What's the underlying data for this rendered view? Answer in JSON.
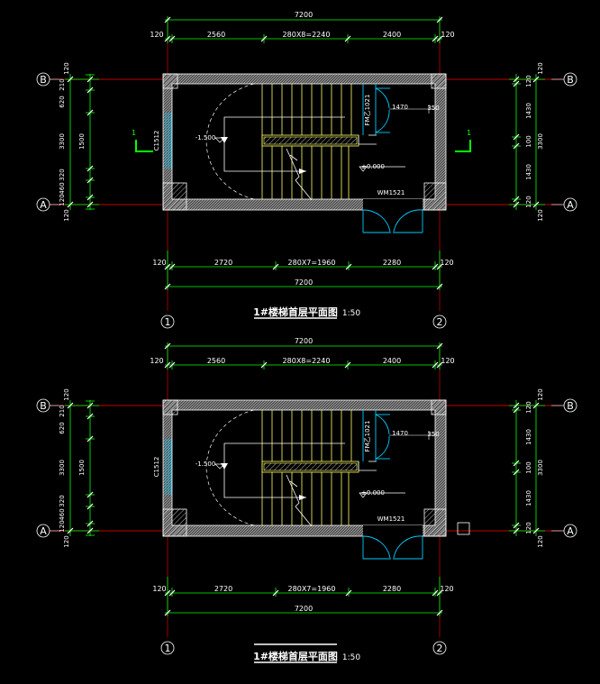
{
  "plans": [
    {
      "dims_top": {
        "total": "7200",
        "wall_left": "120",
        "seg1": "2560",
        "seg2": "280X8=2240",
        "seg3": "2400",
        "wall_right": "120"
      },
      "dims_bottom": {
        "wall_left": "120",
        "seg1": "2720",
        "seg2": "280X7=1960",
        "seg3": "2280",
        "wall_right": "120",
        "total": "7200"
      },
      "dims_left": {
        "total": "3300",
        "d1": "120",
        "d2": "210",
        "d3": "620",
        "d4": "1500",
        "d5": "320",
        "d6": "460",
        "d7": "120",
        "d8": "120"
      },
      "dims_right": {
        "total": "3300",
        "d1": "120",
        "d2": "120",
        "d3": "1430",
        "d4": "100",
        "d5": "1430",
        "d6": "120",
        "d7": "120"
      },
      "axes": {
        "top": "B",
        "bottom": "A",
        "left": "1",
        "right": "2"
      },
      "labels": {
        "window": "C1512",
        "fire_door": "FM乙1021",
        "door": "WM1521",
        "elev_low": "-1.500",
        "elev_floor": "±0.000",
        "dim_1470": "1470",
        "dim_350": "350",
        "section": "1"
      },
      "title": "1#楼梯首层平面图",
      "scale": "1:50"
    },
    {
      "dims_top": {
        "total": "7200",
        "wall_left": "120",
        "seg1": "2560",
        "seg2": "280X8=2240",
        "seg3": "2400",
        "wall_right": "120"
      },
      "dims_bottom": {
        "wall_left": "120",
        "seg1": "2720",
        "seg2": "280X7=1960",
        "seg3": "2280",
        "wall_right": "120",
        "total": "7200"
      },
      "dims_left": {
        "total": "3300",
        "d1": "120",
        "d2": "210",
        "d3": "620",
        "d4": "1500",
        "d5": "320",
        "d6": "460",
        "d7": "120",
        "d8": "120"
      },
      "dims_right": {
        "total": "3300",
        "d1": "120",
        "d2": "120",
        "d3": "1430",
        "d4": "100",
        "d5": "1430",
        "d6": "120",
        "d7": "120"
      },
      "axes": {
        "top": "B",
        "bottom": "A",
        "left": "1",
        "right": "2"
      },
      "labels": {
        "window": "C1512",
        "fire_door": "FM乙1021",
        "door": "WM1521",
        "elev_low": "-1.500",
        "elev_floor": "±0.000",
        "dim_1470": "1470",
        "dim_350": "350",
        "section": ""
      },
      "title": "1#楼梯首层平面图",
      "scale": "1:50"
    }
  ],
  "colors": {
    "dim": "#00ff00",
    "axis": "#ff0000",
    "wall": "#ffffff",
    "stair": "#ffff66",
    "door": "#00ccff",
    "bg": "#000000"
  }
}
